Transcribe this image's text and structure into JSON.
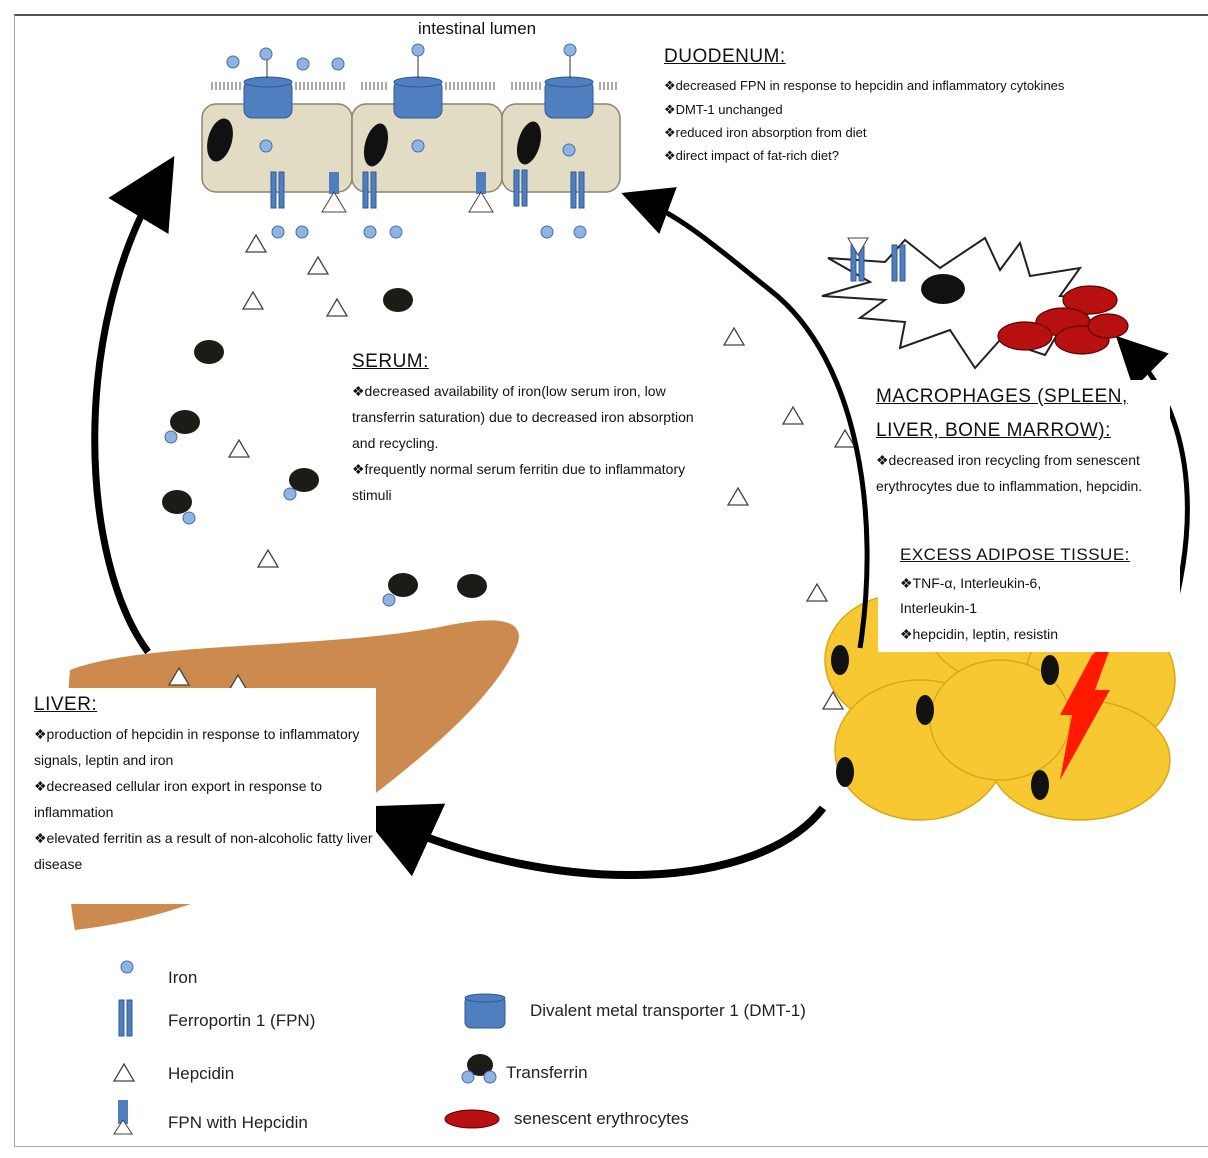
{
  "lumen_label": "intestinal lumen",
  "duodenum": {
    "title": "DUODENUM:",
    "items": [
      "❖decreased FPN in response to hepcidin and inflammatory cytokines",
      "❖DMT-1 unchanged",
      "❖reduced iron absorption from diet",
      "❖direct impact of fat-rich diet?"
    ]
  },
  "serum": {
    "title": "SERUM:",
    "items": [
      "❖decreased availability of iron(low serum iron, low transferrin saturation) due to decreased iron absorption and recycling.",
      "❖frequently normal serum ferritin due to inflammatory stimuli"
    ]
  },
  "macrophages": {
    "title_line1": "MACROPHAGES (SPLEEN,",
    "title_line2": "LIVER, BONE MARROW):",
    "items": [
      "❖decreased iron recycling from senescent erythrocytes due to inflammation, hepcidin."
    ]
  },
  "adipose": {
    "title": "EXCESS ADIPOSE TISSUE:",
    "items": [
      "❖TNF-α, Interleukin-6, Interleukin-1",
      "❖hepcidin, leptin, resistin"
    ]
  },
  "liver": {
    "title": "LIVER:",
    "items": [
      "❖production of hepcidin in response to inflammatory signals, leptin and iron",
      "❖decreased cellular iron export in response to inflammation",
      "❖elevated ferritin as a result of non-alcoholic fatty liver disease"
    ]
  },
  "legend": {
    "iron": "Iron",
    "fpn": "Ferroportin 1 (FPN)",
    "hepcidin": "Hepcidin",
    "fpn_hepcidin": "FPN with Hepcidin",
    "dmt1": "Divalent metal transporter 1 (DMT-1)",
    "transferrin": "Transferrin",
    "erythrocytes": "senescent erythrocytes"
  },
  "colors": {
    "transporter_blue": "#4f7fbf",
    "enterocyte": "#e2dcc4",
    "liver_brown": "#cc8a4e",
    "adipocyte_yellow": "#f7c832",
    "erythrocyte_red": "#b80f10",
    "lightning_red": "#ff1a00"
  }
}
